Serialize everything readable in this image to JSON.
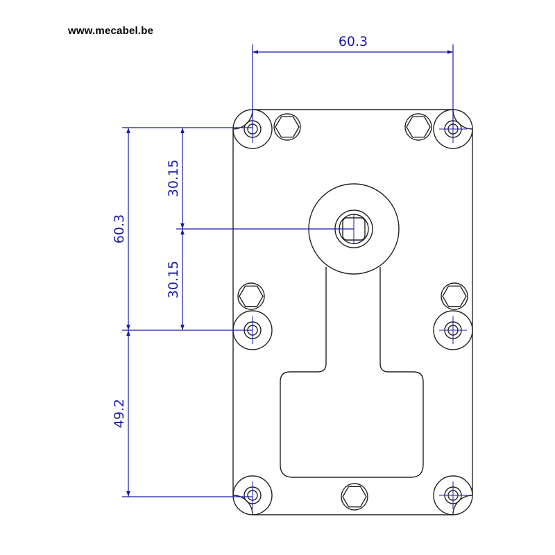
{
  "header": {
    "url": "www.mecabel.be"
  },
  "dimensions": {
    "top_width": "60.3",
    "left_overall": "60.3",
    "upper_half": "30.15",
    "lower_half": "30.15",
    "bottom_spacing": "49.2"
  },
  "colors": {
    "dimension": "#1a1aa8",
    "outline": "#222222",
    "background": "#ffffff"
  }
}
